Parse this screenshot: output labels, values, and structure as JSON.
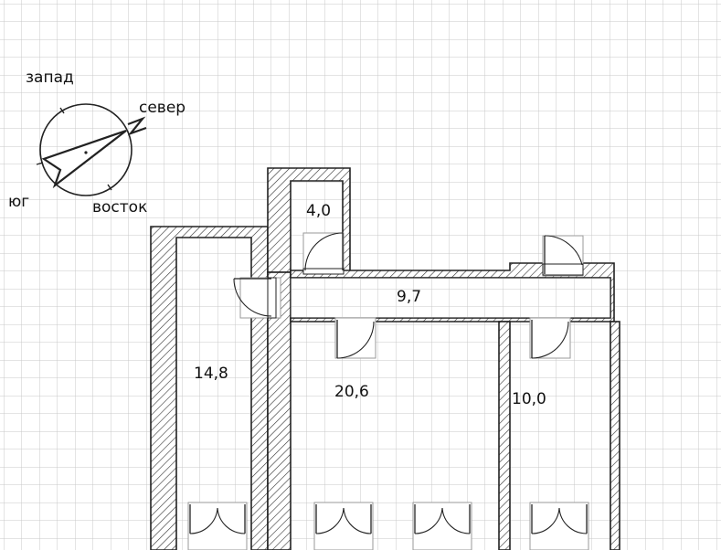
{
  "compass": {
    "north": "север",
    "south": "юг",
    "east": "восток",
    "west": "запад"
  },
  "rooms": [
    {
      "id": "room-a",
      "area": "14,8"
    },
    {
      "id": "room-b",
      "area": "4,0"
    },
    {
      "id": "corridor",
      "area": "9,7"
    },
    {
      "id": "room-c",
      "area": "20,6"
    },
    {
      "id": "room-d",
      "area": "10,0"
    }
  ],
  "colors": {
    "grid": "#c9c9c9",
    "wall_stroke": "#222222",
    "background": "#ffffff"
  }
}
